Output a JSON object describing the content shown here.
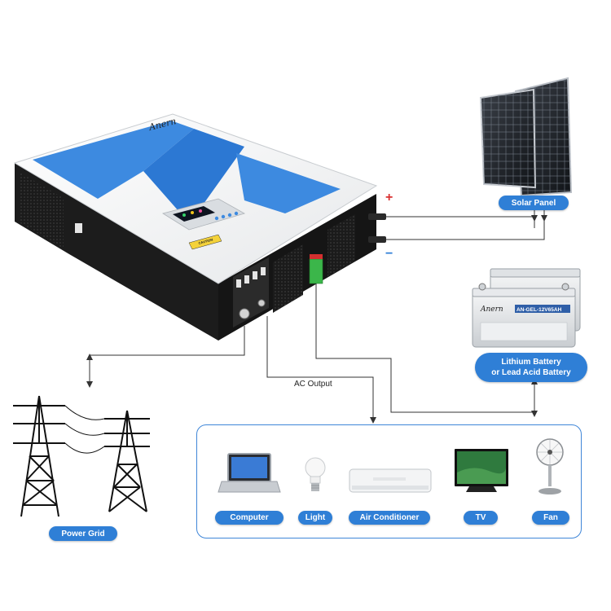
{
  "colors": {
    "accent": "#2f7fd6",
    "wire": "#333333",
    "plus": "#d93030",
    "minus": "#2f7fd6"
  },
  "inverter": {
    "brand": "Anern",
    "caution_label": "CAUTION"
  },
  "battery": {
    "brand": "Anern",
    "model": "AN-GEL-12V65AH"
  },
  "labels": {
    "solar_panel": "Solar Panel",
    "battery_line1": "Lithium Battery",
    "battery_line2": "or Lead Acid Battery",
    "power_grid": "Power Grid",
    "ac_output": "AC Output",
    "plus": "+",
    "minus": "−"
  },
  "appliances": [
    {
      "label": "Computer",
      "icon": "laptop-icon"
    },
    {
      "label": "Light",
      "icon": "light-bulb-icon"
    },
    {
      "label": "Air Conditioner",
      "icon": "air-conditioner-icon"
    },
    {
      "label": "TV",
      "icon": "tv-icon"
    },
    {
      "label": "Fan",
      "icon": "fan-icon"
    }
  ]
}
